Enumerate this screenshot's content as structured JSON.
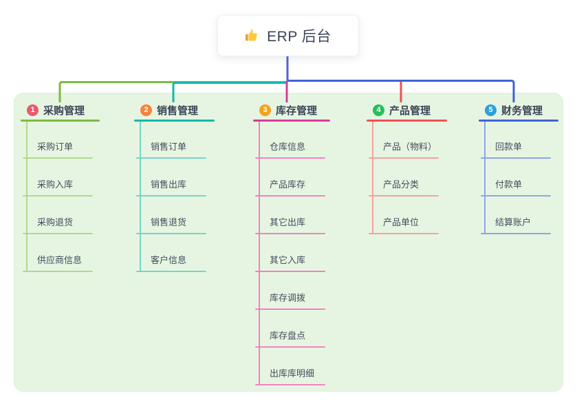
{
  "root": {
    "label": "ERP 后台",
    "icon": "thumbs-up-icon",
    "stem_color": "#5060d8"
  },
  "panel": {
    "background": "#e6f5e2"
  },
  "branches": [
    {
      "num": "1",
      "label": "采购管理",
      "badge_color": "#ea5a6c",
      "color": "#7cb93f",
      "light_color": "#afd98b",
      "children": [
        "采购订单",
        "采购入库",
        "采购退货",
        "供应商信息"
      ]
    },
    {
      "num": "2",
      "label": "销售管理",
      "badge_color": "#f6823f",
      "color": "#12b9a9",
      "light_color": "#77d4c6",
      "children": [
        "销售订单",
        "销售出库",
        "销售退货",
        "客户信息"
      ]
    },
    {
      "num": "3",
      "label": "库存管理",
      "badge_color": "#f5a31d",
      "color": "#d93a9c",
      "light_color": "#f381be",
      "children": [
        "仓库信息",
        "产品库存",
        "其它出库",
        "其它入库",
        "库存调拨",
        "库存盘点",
        "出库库明细"
      ]
    },
    {
      "num": "4",
      "label": "产品管理",
      "badge_color": "#27be5c",
      "color": "#f05052",
      "light_color": "#f6a19c",
      "children": [
        "产品（物料）",
        "产品分类",
        "产品单位"
      ]
    },
    {
      "num": "5",
      "label": "财务管理",
      "badge_color": "#2e9fda",
      "color": "#4161d6",
      "light_color": "#8ca5e6",
      "children": [
        "回款单",
        "付款单",
        "结算账户"
      ]
    }
  ]
}
